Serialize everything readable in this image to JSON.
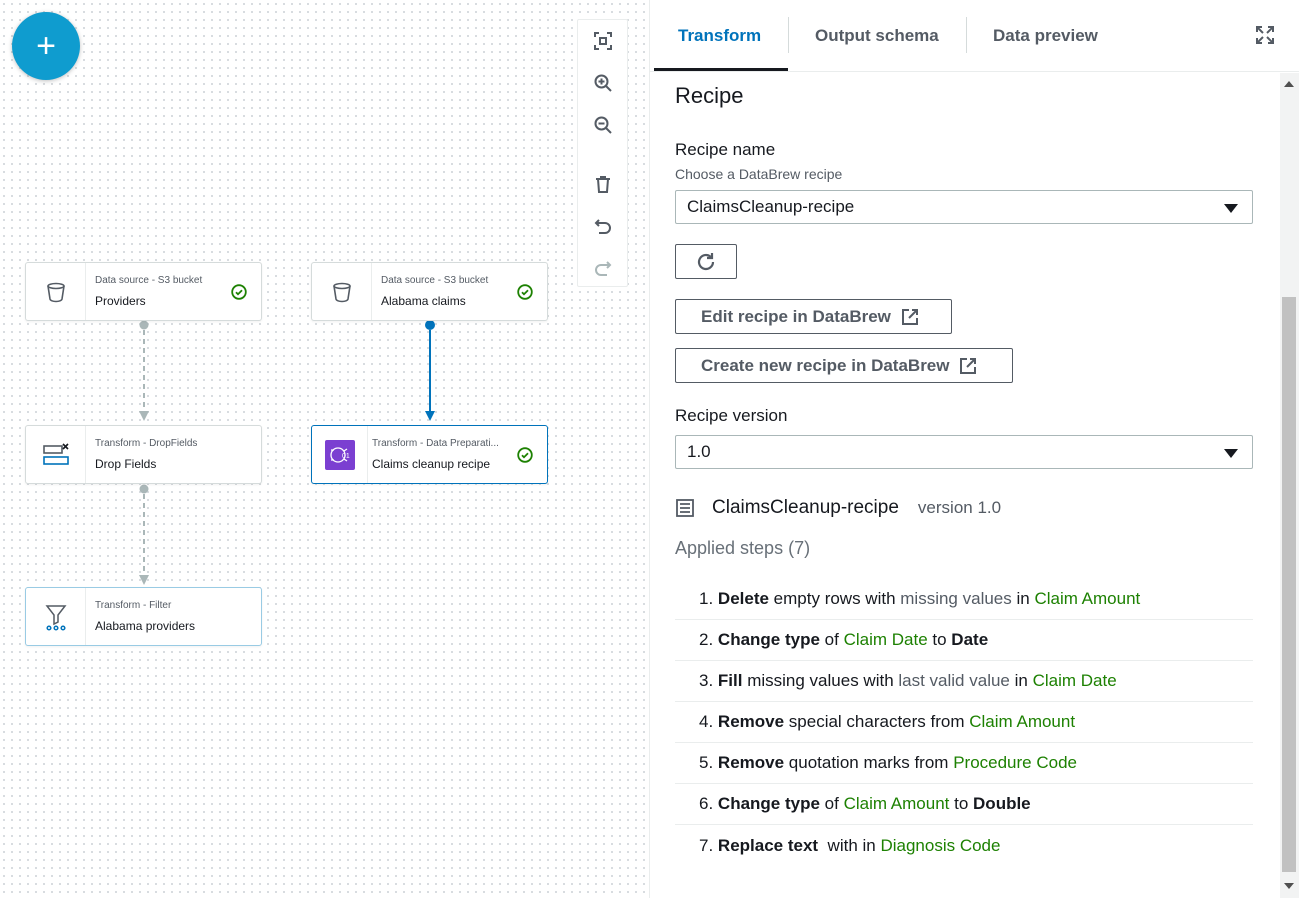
{
  "fab": {
    "label": "+"
  },
  "toolbar": {
    "fit_icon": "fit-view-icon",
    "zoom_in_icon": "zoom-in-icon",
    "zoom_out_icon": "zoom-out-icon",
    "delete_icon": "delete-icon",
    "undo_icon": "undo-icon",
    "redo_icon": "redo-icon"
  },
  "nodes": {
    "providers": {
      "subtitle": "Data source - S3 bucket",
      "title": "Providers"
    },
    "alabama_claims": {
      "subtitle": "Data source - S3 bucket",
      "title": "Alabama claims"
    },
    "drop_fields": {
      "subtitle": "Transform - DropFields",
      "title": "Drop Fields"
    },
    "claims_cleanup": {
      "subtitle": "Transform - Data Preparati...",
      "title": "Claims cleanup recipe"
    },
    "alabama_providers": {
      "subtitle": "Transform - Filter",
      "title": "Alabama providers"
    }
  },
  "tabs": {
    "transform": "Transform",
    "output_schema": "Output schema",
    "data_preview": "Data preview"
  },
  "panel": {
    "heading": "Recipe",
    "recipe_name_label": "Recipe name",
    "recipe_name_desc": "Choose a DataBrew recipe",
    "recipe_name_value": "ClaimsCleanup-recipe",
    "edit_button": "Edit recipe in DataBrew",
    "create_button": "Create new recipe in DataBrew",
    "recipe_version_label": "Recipe version",
    "recipe_version_value": "1.0",
    "recipe_header_name": "ClaimsCleanup-recipe",
    "recipe_header_version": "version 1.0",
    "applied_steps": "Applied steps (7)"
  },
  "steps": [
    {
      "n": "1.",
      "parts": [
        {
          "t": " "
        },
        {
          "b": "Delete"
        },
        {
          "t": " empty rows with "
        },
        {
          "m": "missing values"
        },
        {
          "t": " in "
        },
        {
          "g": "Claim Amount"
        }
      ]
    },
    {
      "n": "2.",
      "parts": [
        {
          "t": " "
        },
        {
          "b": "Change type"
        },
        {
          "t": " of "
        },
        {
          "g": "Claim Date"
        },
        {
          "t": " to "
        },
        {
          "b": "Date"
        }
      ]
    },
    {
      "n": "3.",
      "parts": [
        {
          "t": " "
        },
        {
          "b": "Fill"
        },
        {
          "t": " missing values with "
        },
        {
          "m": "last valid value"
        },
        {
          "t": " in "
        },
        {
          "g": "Claim Date"
        }
      ]
    },
    {
      "n": "4.",
      "parts": [
        {
          "t": " "
        },
        {
          "b": "Remove"
        },
        {
          "t": " special characters from "
        },
        {
          "g": "Claim Amount"
        }
      ]
    },
    {
      "n": "5.",
      "parts": [
        {
          "t": " "
        },
        {
          "b": "Remove"
        },
        {
          "t": " quotation marks from "
        },
        {
          "g": "Procedure Code"
        }
      ]
    },
    {
      "n": "6.",
      "parts": [
        {
          "t": " "
        },
        {
          "b": "Change type"
        },
        {
          "t": " of "
        },
        {
          "g": "Claim Amount"
        },
        {
          "t": " to "
        },
        {
          "b": "Double"
        }
      ]
    },
    {
      "n": "7.",
      "parts": [
        {
          "t": " "
        },
        {
          "b": "Replace text"
        },
        {
          "t": "  with in "
        },
        {
          "g": "Diagnosis Code"
        }
      ]
    }
  ],
  "colors": {
    "accent": "#0073bb",
    "fab": "#0f9ccf",
    "success": "#1d8102",
    "link_green": "#1d8102"
  }
}
